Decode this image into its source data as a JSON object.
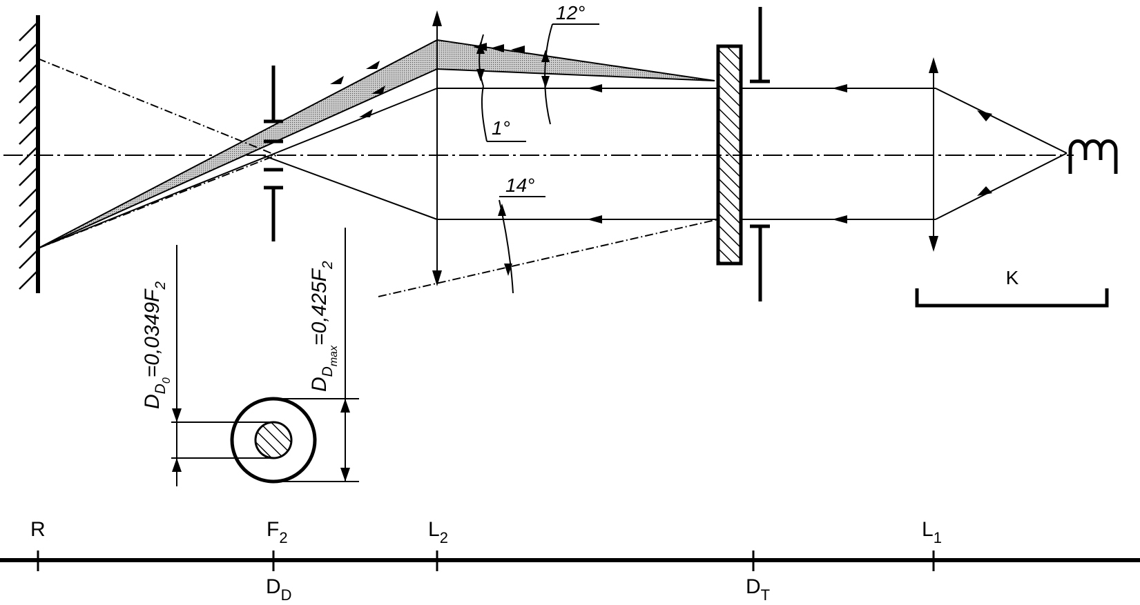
{
  "labels": {
    "angle_12": "12°",
    "angle_1": "1°",
    "angle_14": "14°",
    "k": "K"
  },
  "formulas": {
    "dd0": {
      "main": "D",
      "sub": "D",
      "subsub": "0",
      "rhs": "=0,0349F",
      "rhs_sub": "2"
    },
    "ddmax": {
      "main": "D",
      "sub": "D",
      "subsub": "max",
      "rhs": "=0,425F",
      "rhs_sub": "2"
    }
  },
  "axis": {
    "top": [
      {
        "main": "R",
        "sub": ""
      },
      {
        "main": "F",
        "sub": "2"
      },
      {
        "main": "L",
        "sub": "2"
      },
      {
        "main": "L",
        "sub": "1"
      }
    ],
    "bottom": [
      {
        "main": "D",
        "sub": "D"
      },
      {
        "main": "D",
        "sub": "T"
      }
    ]
  },
  "colors": {
    "ink": "#000000",
    "shade": "#bdbdbd",
    "background": "#ffffff"
  }
}
